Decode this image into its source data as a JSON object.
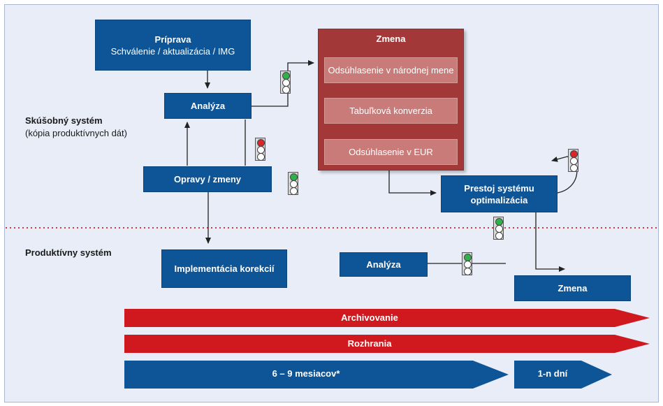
{
  "priprava": {
    "title": "Príprava",
    "subtitle": "Schválenie / aktualizácia / IMG"
  },
  "analyza_top": "Analýza",
  "opravy": "Opravy / zmeny",
  "zmena_block": {
    "title": "Zmena",
    "items": [
      "Odsúhlasenie v národnej mene",
      "Tabuľková konverzia",
      "Odsúhlasenie v EUR"
    ]
  },
  "prestoj": {
    "line1": "Prestoj systému",
    "line2": "optimalizácia"
  },
  "skusobny": {
    "title": "Skúšobný systém",
    "subtitle": "(kópia produktívnych dát)"
  },
  "produktivny": "Produktívny systém",
  "implementacia": "Implementácia korekcií",
  "analyza_bottom": "Analýza",
  "zmena_bottom": "Zmena",
  "bars": {
    "archivovanie": "Archivovanie",
    "rozhrania": "Rozhrania"
  },
  "timeline": {
    "months": "6 – 9 mesiacov*",
    "days": "1-n dní"
  },
  "traffic_lights": [
    {
      "name": "after-analyza",
      "lit": "green"
    },
    {
      "name": "opravy-feedback",
      "lit": "red"
    },
    {
      "name": "opravy-right",
      "lit": "green"
    },
    {
      "name": "prestoj-loop",
      "lit": "red"
    },
    {
      "name": "below-prestoj",
      "lit": "green"
    },
    {
      "name": "analyza-bottom",
      "lit": "green"
    }
  ],
  "colors": {
    "box_blue": "#0e5597",
    "zmena_red": "#a23837",
    "bar_red": "#d0191f",
    "divider": "#d23a3a",
    "background": "#e8edf7"
  }
}
